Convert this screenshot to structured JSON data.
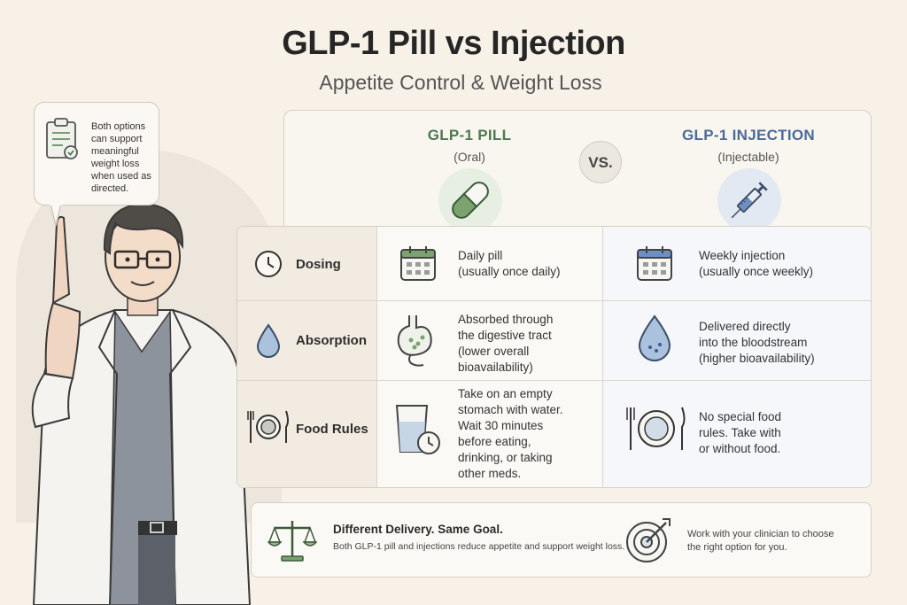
{
  "header": {
    "title": "GLP-1 Pill vs Injection",
    "subtitle": "Appetite Control & Weight Loss"
  },
  "bubble": {
    "text": "Both options can support meaningful weight loss when used as directed."
  },
  "columns": {
    "pill": {
      "name": "GLP-1 PILL",
      "sub": "(Oral)"
    },
    "vs": "VS.",
    "injection": {
      "name": "GLP-1 INJECTION",
      "sub": "(Injectable)"
    }
  },
  "rows": [
    {
      "label": "Dosing",
      "pill_lines": [
        "Daily pill",
        "(usually once daily)"
      ],
      "injection_lines": [
        "Weekly injection",
        "(usually once weekly)"
      ]
    },
    {
      "label": "Absorption",
      "pill_lines": [
        "Absorbed through",
        "the digestive tract",
        "(lower overall",
        "bioavailability)"
      ],
      "injection_lines": [
        "Delivered directly",
        "into the bloodstream",
        "(higher bioavailability)"
      ]
    },
    {
      "label": "Food Rules",
      "pill_lines": [
        "Take on an empty",
        "stomach with water.",
        "Wait 30 minutes",
        "before eating,",
        "drinking, or taking",
        "other meds."
      ],
      "injection_lines": [
        "No special food",
        "rules. Take with",
        "or without food."
      ]
    }
  ],
  "footer": {
    "title": "Different Delivery. Same Goal.",
    "body": "Both GLP-1 pill and injections reduce appetite and support weight loss.",
    "right_lines": [
      "Work with your clinician to choose",
      "the right option for you."
    ]
  },
  "colors": {
    "pill_accent": "#4d7a4e",
    "injection_accent": "#4a6b9a",
    "background": "#f7f1e8"
  },
  "icons": [
    "clipboard-check-icon",
    "pill-capsule-icon",
    "syringe-icon",
    "clock-icon",
    "calendar-icon",
    "water-drop-icon",
    "stomach-icon",
    "plate-cutlery-icon",
    "water-glass-clock-icon",
    "balance-scale-icon",
    "target-arrow-icon"
  ]
}
